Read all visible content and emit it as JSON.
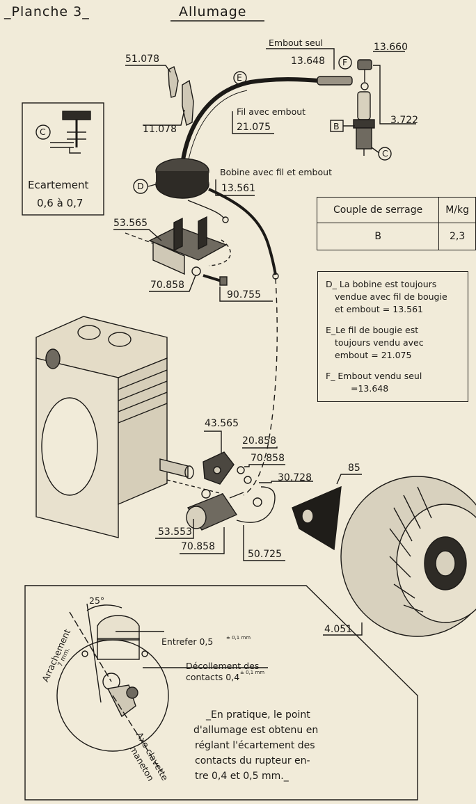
{
  "header": {
    "plate": "_Planche 3_",
    "title": "Allumage"
  },
  "parts": {
    "p51078": "51.078",
    "p11078": "11.078",
    "embout_seul": "Embout seul",
    "p13648": "13.648",
    "p13660": "13.660",
    "fil_avec_embout": "Fil avec embout",
    "p21075": "21.075",
    "p3722": "3.722",
    "bobine": "Bobine avec fil et embout",
    "p13561": "13.561",
    "p53565": "53.565",
    "p70858a": "70.858",
    "p90755": "90.755",
    "p43565": "43.565",
    "p20858": "20.858",
    "p70858b": "70.858",
    "p30728": "30.728",
    "p85": "85",
    "p53553": "53.553",
    "p70858c": "70.858",
    "p50725": "50.725",
    "p4051": "4.051"
  },
  "callouts": {
    "c": "C",
    "e": "E",
    "f": "F",
    "d": "D",
    "b": "B"
  },
  "ecart_box": {
    "line1": "Ecartement",
    "line2": "0,6 à 0,7"
  },
  "torque_table": {
    "col1_header": "Couple de serrage",
    "col2_header": "M/kg",
    "row_label": "B",
    "row_value": "2,3"
  },
  "notes": {
    "d1": "D_ La bobine est toujours",
    "d2": "vendue avec fil de bougie",
    "d3": "et embout = 13.561",
    "e1": "E_Le fil de bougie est",
    "e2": "toujours vendu avec",
    "e3": "embout = 21.075",
    "f1": "F_ Embout vendu seul",
    "f2": "=13.648"
  },
  "timing": {
    "angle": "25°",
    "entrefer": "Entrefer 0,5",
    "entrefer_tol": "± 0,1 mm",
    "decollement1": "Décollement des",
    "decollement2": "contacts 0,4",
    "decollement_tol": "± 0,1 mm",
    "arrachement": "Arrachement",
    "arrachement_mm": "7 mm.",
    "axe1": "Axe clavette",
    "axe2": "maneton"
  },
  "instruction": {
    "l1": "_En pratique, le point",
    "l2": "d'allumage est obtenu en",
    "l3": "réglant l'écartement des",
    "l4": "contacts du rupteur en-",
    "l5": "tre  0,4 et 0,5 mm._"
  }
}
